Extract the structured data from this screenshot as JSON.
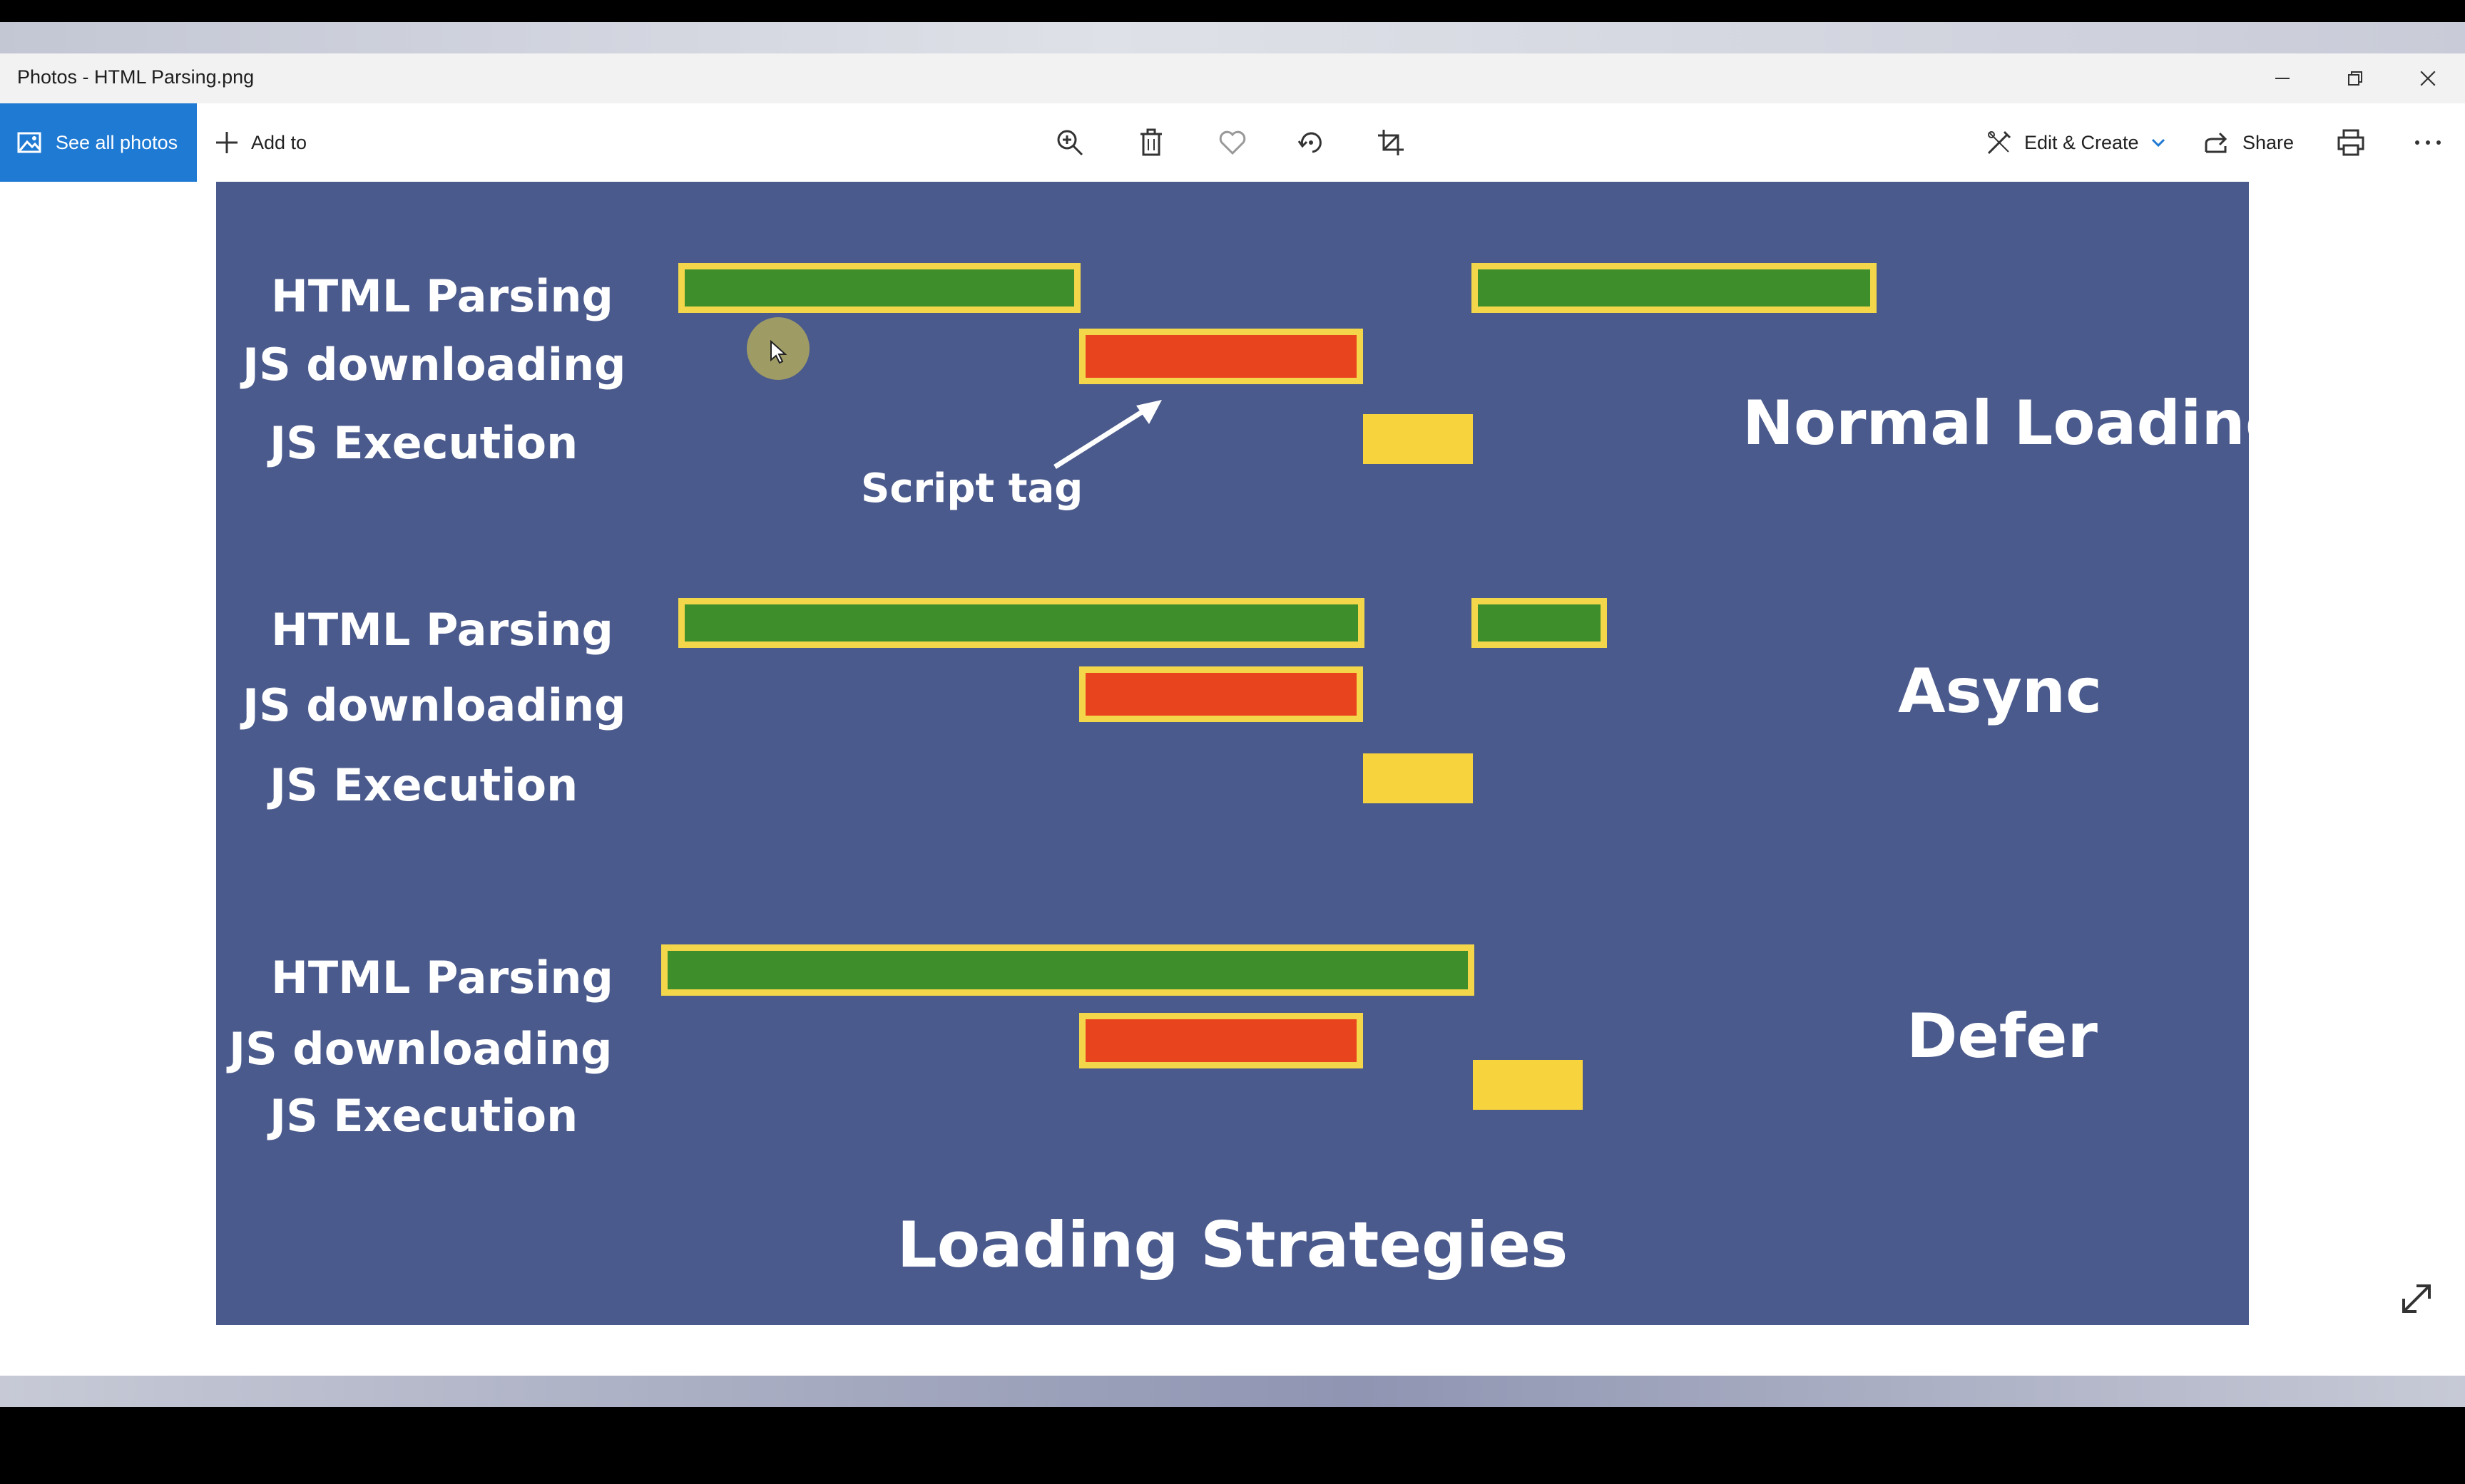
{
  "window": {
    "title": "Photos - HTML Parsing.png"
  },
  "toolbar": {
    "see_all_label": "See all photos",
    "add_to_label": "Add to",
    "edit_create_label": "Edit & Create",
    "share_label": "Share"
  },
  "slide": {
    "sections": [
      {
        "mode": "Normal Loading",
        "rows": [
          "HTML Parsing",
          "JS downloading",
          "JS Execution"
        ]
      },
      {
        "mode": "Async",
        "rows": [
          "HTML Parsing",
          "JS downloading",
          "JS Execution"
        ]
      },
      {
        "mode": "Defer",
        "rows": [
          "HTML Parsing",
          "JS downloading",
          "JS Execution"
        ]
      }
    ],
    "script_tag_caption": "Script tag",
    "footer_title": "Loading Strategies"
  },
  "colors": {
    "slide_background": "#4a5a8c",
    "html_parsing": "#3e8f2c",
    "js_downloading": "#e8441e",
    "js_execution": "#f7d33e",
    "bar_border": "#f3d64a",
    "accent": "#1f7ad3"
  }
}
